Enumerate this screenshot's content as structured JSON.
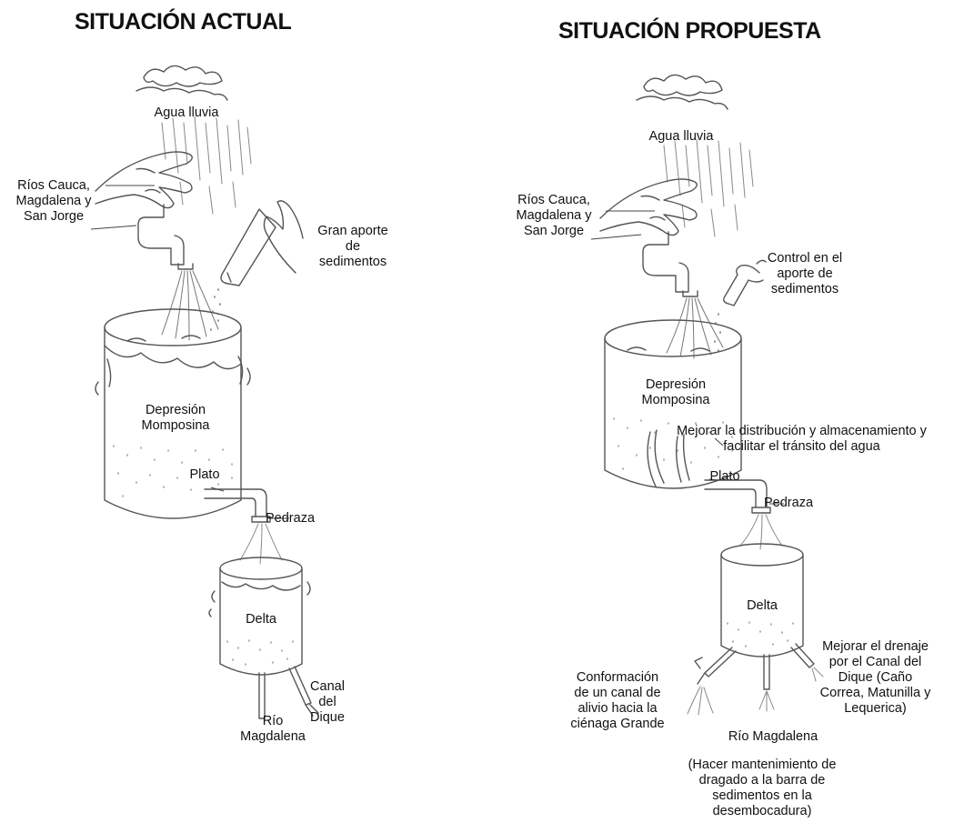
{
  "left_panel": {
    "title": "SITUACIÓN ACTUAL",
    "labels": {
      "rain": "Agua lluvia",
      "rivers": "Ríos Cauca,\nMagdalena y\nSan Jorge",
      "sediments": "Gran aporte\nde\nsedimentos",
      "depression": "Depresión\nMomposina",
      "plato": "Plato",
      "pedraza": "Pedraza",
      "delta": "Delta",
      "canal": "Canal\ndel\nDique",
      "river_out": "Río\nMagdalena"
    }
  },
  "right_panel": {
    "title": "SITUACIÓN PROPUESTA",
    "labels": {
      "rain": "Agua lluvia",
      "rivers": "Ríos Cauca,\nMagdalena y\nSan Jorge",
      "sediments": "Control en el\naporte de\nsedimentos",
      "depression": "Depresión\nMomposina",
      "improve": "Mejorar la distribución y almacenamiento y\nfacilitar el tránsito del agua",
      "plato": "Plato",
      "pedraza": "Pedraza",
      "delta": "Delta",
      "canal": "Conformación\nde un canal de\nalivio hacia la\nciénaga Grande",
      "river_out": "Río Magdalena",
      "drainage": "Mejorar el drenaje\npor el Canal del\nDique (Caño\nCorrea, Matunilla y\nLequerica)",
      "dredging": "(Hacer mantenimiento de\ndragado a la barra de\nsedimentos en la\ndesembocadura)"
    }
  }
}
